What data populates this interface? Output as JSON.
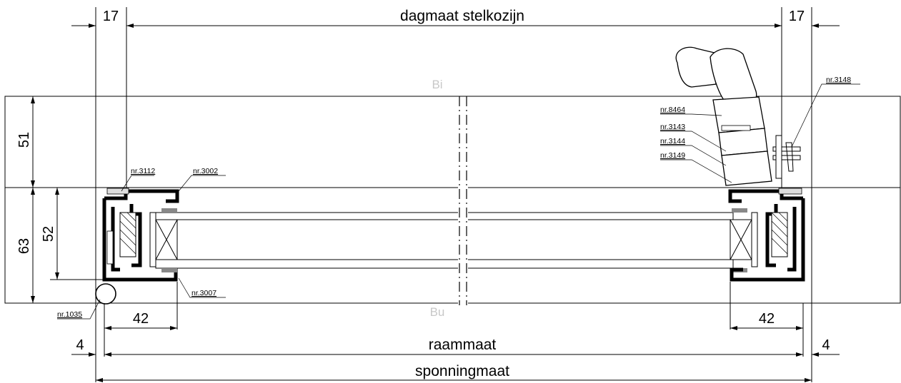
{
  "drawing": {
    "labels": {
      "dagmaat": "dagmaat stelkozijn",
      "raammaat": "raammaat",
      "sponningmaat": "sponningmaat",
      "binnen": "Bi",
      "buiten": "Bu"
    },
    "dimensions": {
      "top_left": "17",
      "top_right": "17",
      "wall_51": "51",
      "wall_63": "63",
      "frame_52": "52",
      "profile_left": "42",
      "profile_right": "42",
      "edge_left": "4",
      "edge_right": "4"
    },
    "part_numbers": {
      "p3112": "nr.3112",
      "p3002": "nr.3002",
      "p3007": "nr.3007",
      "p1035": "nr.1035",
      "p8464": "nr.8464",
      "p3143": "nr.3143",
      "p3144": "nr.3144",
      "p3149": "nr.3149",
      "p3148": "nr.3148"
    }
  }
}
